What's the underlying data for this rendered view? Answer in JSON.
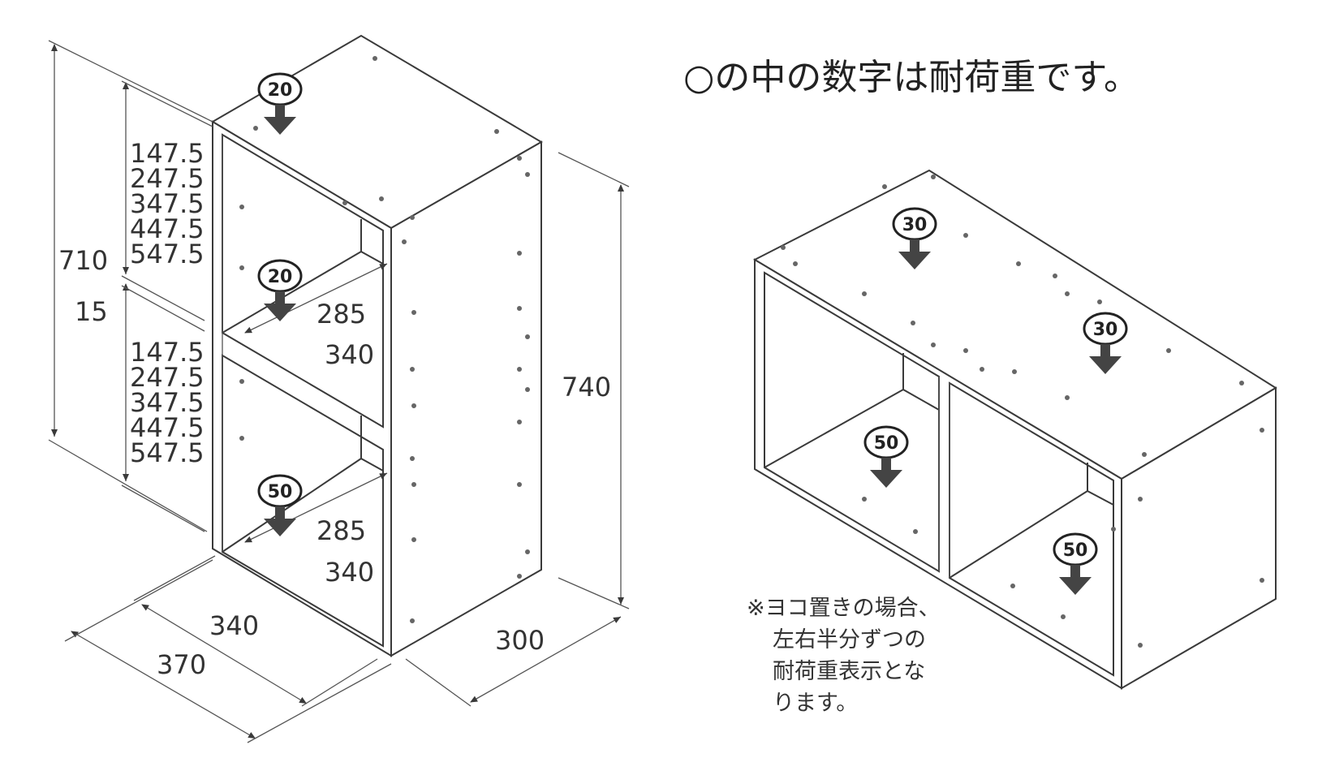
{
  "title": "○の中の数字は耐荷重です。",
  "note_lines": [
    "※ヨコ置きの場合、",
    "左右半分ずつの",
    "耐荷重表示とな",
    "ります。"
  ],
  "left_shelf": {
    "total_height_outer": "710",
    "total_height": "740",
    "shelf_thickness": "15",
    "upper_heights": [
      "147.5",
      "247.5",
      "347.5",
      "447.5",
      "547.5"
    ],
    "lower_heights": [
      "147.5",
      "247.5",
      "347.5",
      "447.5",
      "547.5"
    ],
    "inner_depth_upper": "285",
    "inner_width_upper": "340",
    "inner_depth_lower": "285",
    "inner_width_lower": "340",
    "inner_width": "340",
    "outer_width": "370",
    "depth": "300",
    "load_top": "20",
    "load_middle": "20",
    "load_bottom": "50"
  },
  "right_shelf": {
    "load_top_left": "30",
    "load_top_right": "30",
    "load_inner_left": "50",
    "load_inner_right": "50"
  },
  "colors": {
    "line": "#3a3a3a",
    "badge_fill": "#ffffff",
    "arrow": "#444444"
  }
}
